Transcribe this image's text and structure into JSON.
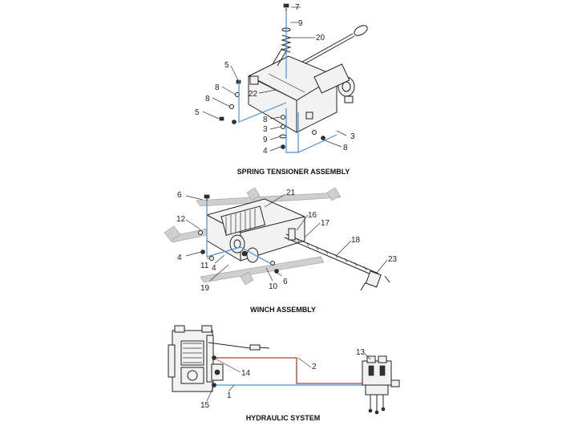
{
  "sections": [
    {
      "caption": "SPRING TENSIONER ASSEMBLY",
      "callouts": [
        "7",
        "9",
        "20",
        "5",
        "8",
        "8",
        "5",
        "22",
        "8",
        "3",
        "9",
        "4",
        "3",
        "8"
      ]
    },
    {
      "caption": "WINCH ASSEMBLY",
      "callouts": [
        "6",
        "21",
        "12",
        "16",
        "17",
        "18",
        "4",
        "11",
        "4",
        "23",
        "19",
        "10",
        "6"
      ]
    },
    {
      "caption": "HYDRAULIC SYSTEM",
      "callouts": [
        "13",
        "2",
        "14",
        "1",
        "15"
      ]
    }
  ],
  "colors": {
    "hydraulic_line_red": "#c0392b",
    "hydraulic_line_blue": "#4a90d9"
  }
}
